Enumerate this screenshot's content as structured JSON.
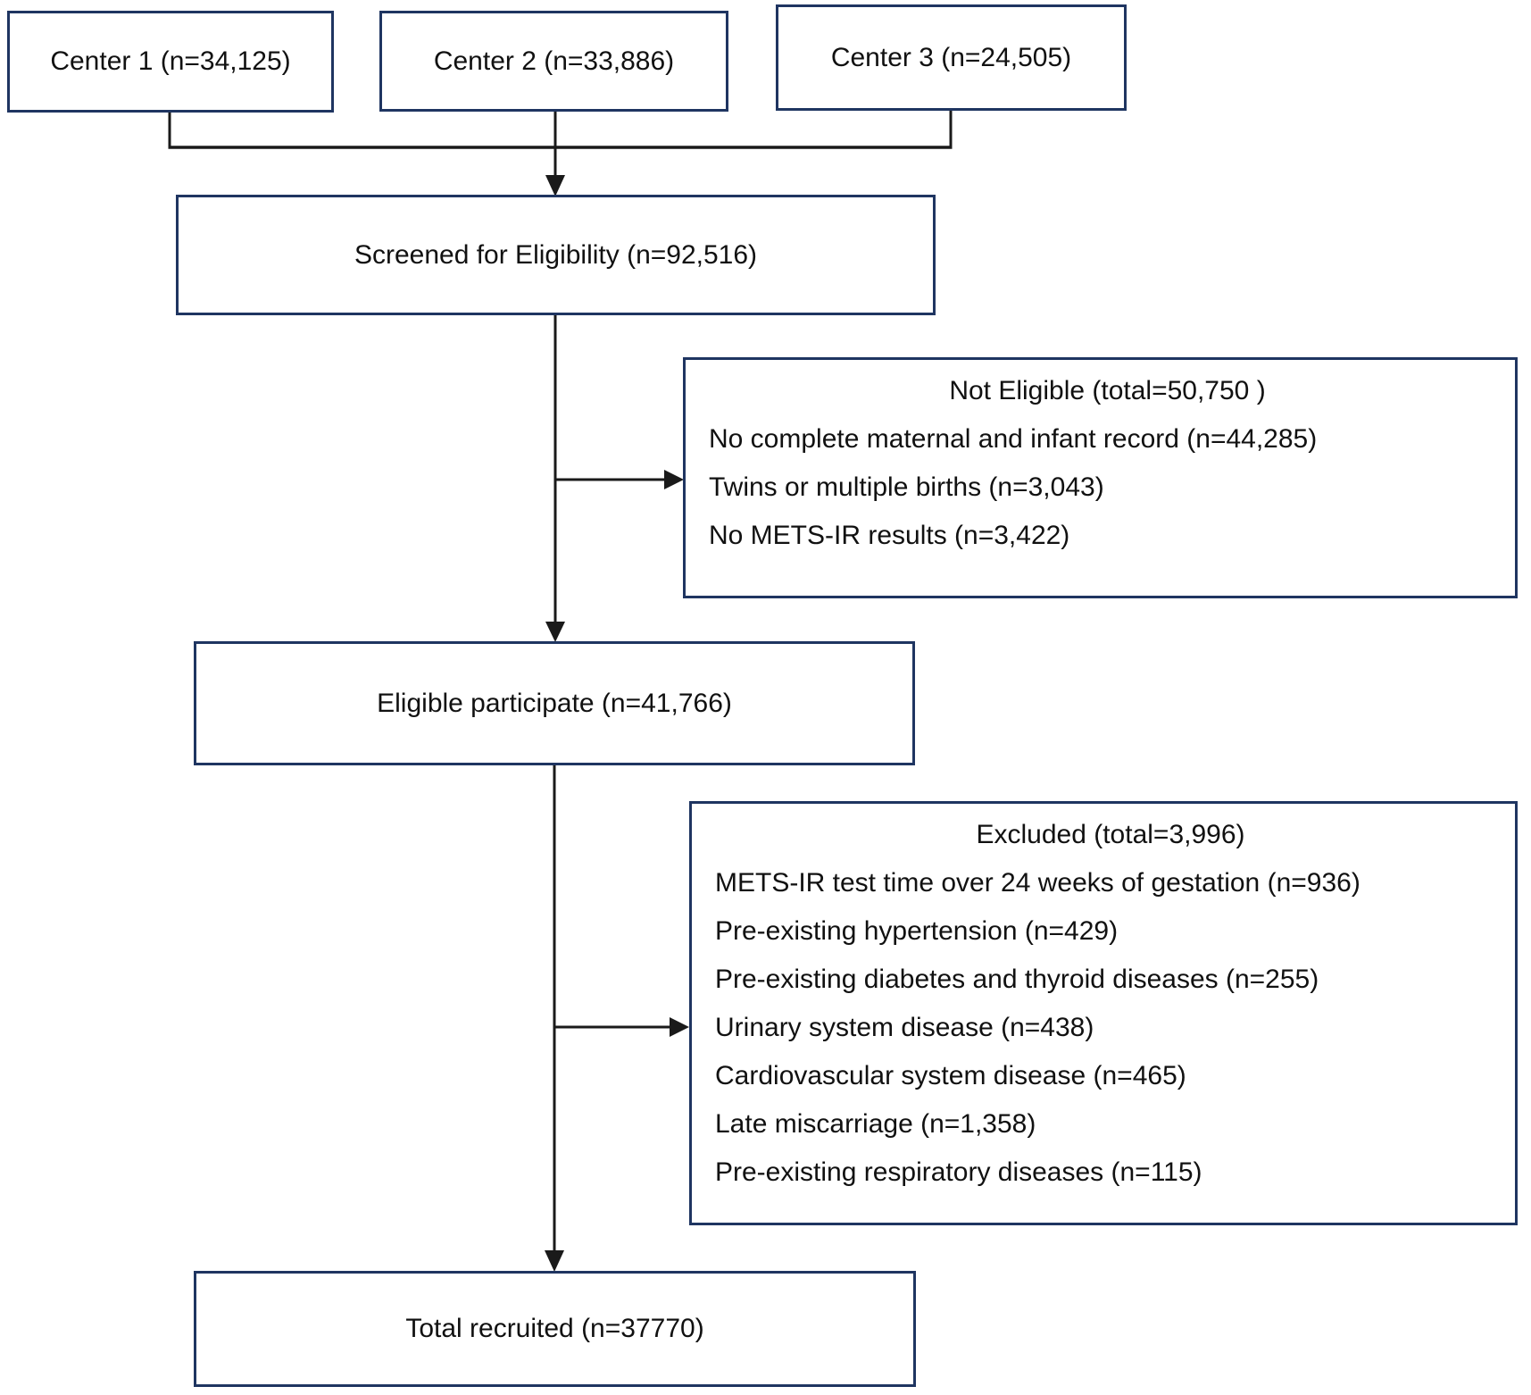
{
  "colors": {
    "box_border": "#1f3561",
    "connector_line": "#1a1a1a",
    "background": "#ffffff",
    "text": "#111111"
  },
  "boxes": {
    "center1": {
      "label": "Center 1 (n=34,125)"
    },
    "center2": {
      "label": "Center 2 (n=33,886)"
    },
    "center3": {
      "label": "Center 3 (n=24,505)"
    },
    "screened": {
      "label": "Screened for Eligibility (n=92,516)"
    },
    "not_eligible": {
      "title": "Not Eligible (total=50,750 )",
      "items": [
        "No complete maternal and infant record (n=44,285)",
        "Twins or multiple births (n=3,043)",
        "No METS-IR results (n=3,422)"
      ]
    },
    "eligible": {
      "label": "Eligible participate (n=41,766)"
    },
    "excluded": {
      "title": "Excluded (total=3,996)",
      "items": [
        "METS-IR test time over 24 weeks of gestation (n=936)",
        "Pre-existing hypertension (n=429)",
        "Pre-existing diabetes and thyroid diseases (n=255)",
        "Urinary system disease (n=438)",
        "Cardiovascular system disease (n=465)",
        "Late miscarriage (n=1,358)",
        "Pre-existing respiratory diseases (n=115)"
      ]
    },
    "total": {
      "label": "Total recruited (n=37770)"
    }
  }
}
